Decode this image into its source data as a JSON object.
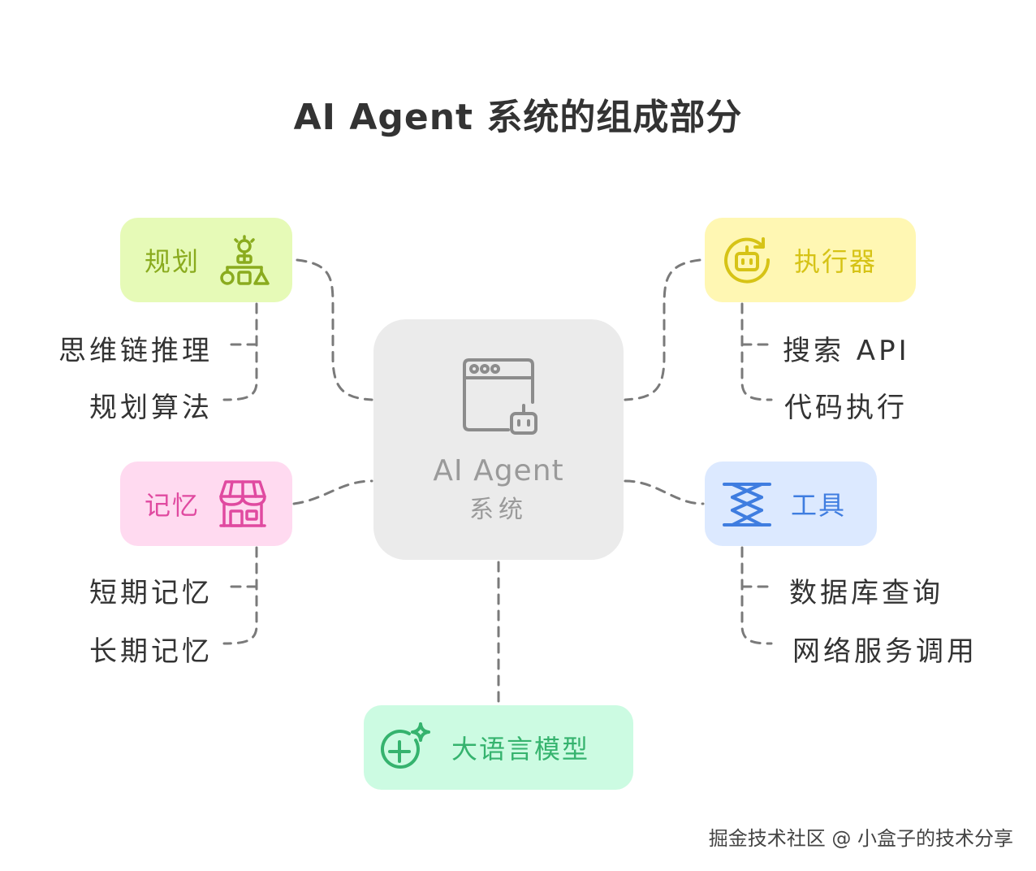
{
  "title": "AI Agent 系统的组成部分",
  "center": {
    "title": "AI Agent",
    "subtitle": "系统",
    "icon": "browser-robot-icon"
  },
  "nodes": {
    "planning": {
      "label": "规划",
      "icon": "hierarchy-bulb-icon",
      "color": "#8aab1e",
      "bg": "#e6fab7",
      "children": [
        "思维链推理",
        "规划算法"
      ]
    },
    "executor": {
      "label": "执行器",
      "icon": "robot-refresh-icon",
      "color": "#d6c316",
      "bg": "#fff7b3",
      "children": [
        "搜索 API",
        "代码执行"
      ]
    },
    "memory": {
      "label": "记忆",
      "icon": "storefront-icon",
      "color": "#e04aa0",
      "bg": "#ffdaf0",
      "children": [
        "短期记忆",
        "长期记忆"
      ]
    },
    "tools": {
      "label": "工具",
      "icon": "scissor-lift-icon",
      "color": "#3f7de0",
      "bg": "#dce9ff",
      "children": [
        "数据库查询",
        "网络服务调用"
      ]
    },
    "llm": {
      "label": "大语言模型",
      "icon": "plus-sparkle-icon",
      "color": "#35b36e",
      "bg": "#ccfbe2"
    }
  },
  "footer": "掘金技术社区 @ 小盒子的技术分享"
}
